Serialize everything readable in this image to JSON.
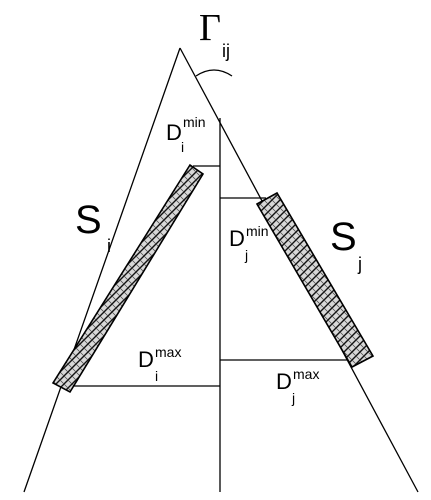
{
  "figure": {
    "gamma": {
      "symbol": "Γ",
      "subscript": "ij"
    },
    "s_i": {
      "symbol": "S",
      "subscript": "i"
    },
    "s_j": {
      "symbol": "S",
      "subscript": "j"
    },
    "d_i_min": {
      "symbol": "D",
      "superscript": "min",
      "subscript": "i"
    },
    "d_j_min": {
      "symbol": "D",
      "superscript": "min",
      "subscript": "j"
    },
    "d_i_max": {
      "symbol": "D",
      "superscript": "max",
      "subscript": "i"
    },
    "d_j_max": {
      "symbol": "D",
      "superscript": "max",
      "subscript": "j"
    }
  }
}
